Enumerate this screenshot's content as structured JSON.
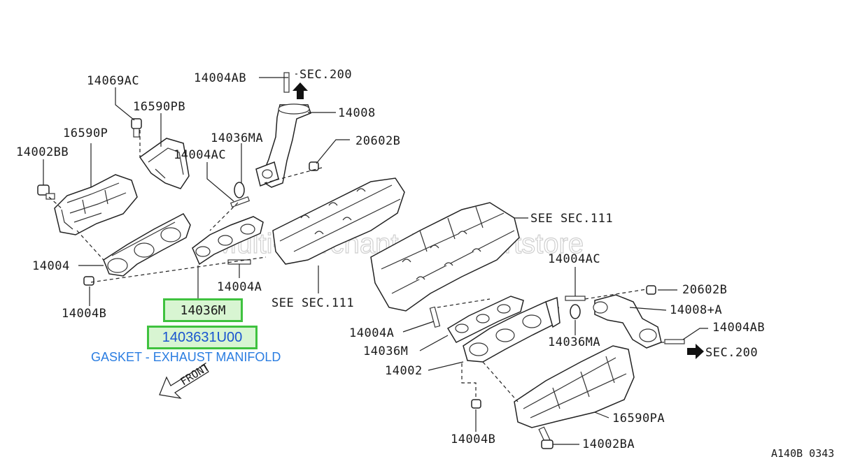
{
  "watermark": "Multi-Merchant Auto Partstore",
  "highlight": {
    "part_code": "14036M",
    "part_number": "1403631U00",
    "description": "GASKET - EXHAUST MANIFOLD"
  },
  "diagram_code": "A140B 0343",
  "front_label": "FRONT",
  "labels": {
    "l14004AB_top": "14004AB",
    "sec200_top": "SEC.200",
    "l14069AC": "14069AC",
    "l16590PB": "16590PB",
    "l14008": "14008",
    "l16590P": "16590P",
    "l14036MA_top": "14036MA",
    "l20602B_top": "20602B",
    "l14002BB": "14002BB",
    "l14004AC_left": "14004AC",
    "see_sec111_right": "SEE SEC.111",
    "l14004_left": "14004",
    "l14004A_left": "14004A",
    "l14004B_left": "14004B",
    "see_sec111_mid": "SEE SEC.111",
    "l14004AC_right": "14004AC",
    "l20602B_right": "20602B",
    "l14008A": "14008+A",
    "l14004AB_right": "14004AB",
    "l14004A_right": "14004A",
    "l14036MA_right": "14036MA",
    "sec200_right": "SEC.200",
    "l14036M_right": "14036M",
    "l14002": "14002",
    "l16590PA": "16590PA",
    "l14004B_bottom": "14004B",
    "l14002BA": "14002BA"
  }
}
